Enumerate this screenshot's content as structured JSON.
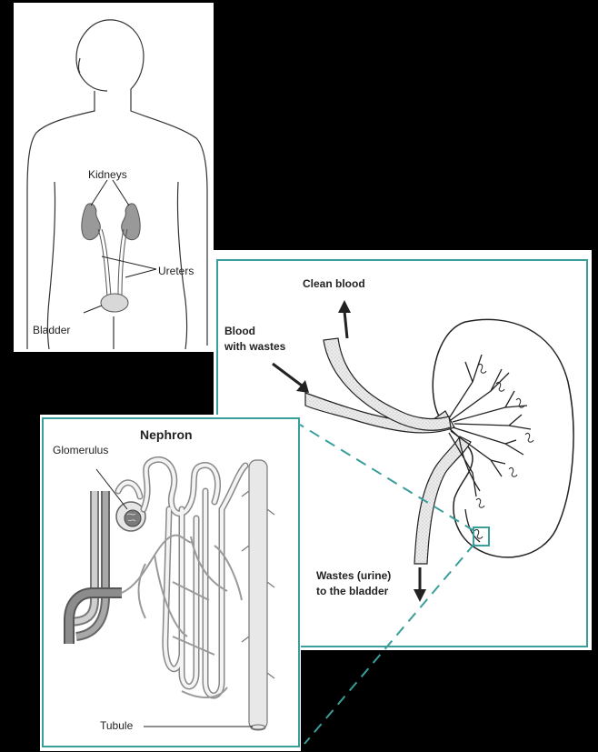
{
  "body_figure": {
    "labels": {
      "kidneys": "Kidneys",
      "ureters": "Ureters",
      "bladder": "Bladder"
    }
  },
  "kidney": {
    "labels": {
      "clean_blood": "Clean blood",
      "blood_line1": "Blood",
      "blood_line2": "with wastes",
      "wastes_line1": "Wastes (urine)",
      "wastes_line2": "to the bladder"
    }
  },
  "nephron": {
    "title": "Nephron",
    "labels": {
      "glomerulus": "Glomerulus",
      "tubule": "Tubule"
    }
  },
  "colors": {
    "frame": "#3a9e9a",
    "organ_fill": "#9a9a9a",
    "vessel_fill": "#e0e0e0",
    "line": "#333333"
  }
}
